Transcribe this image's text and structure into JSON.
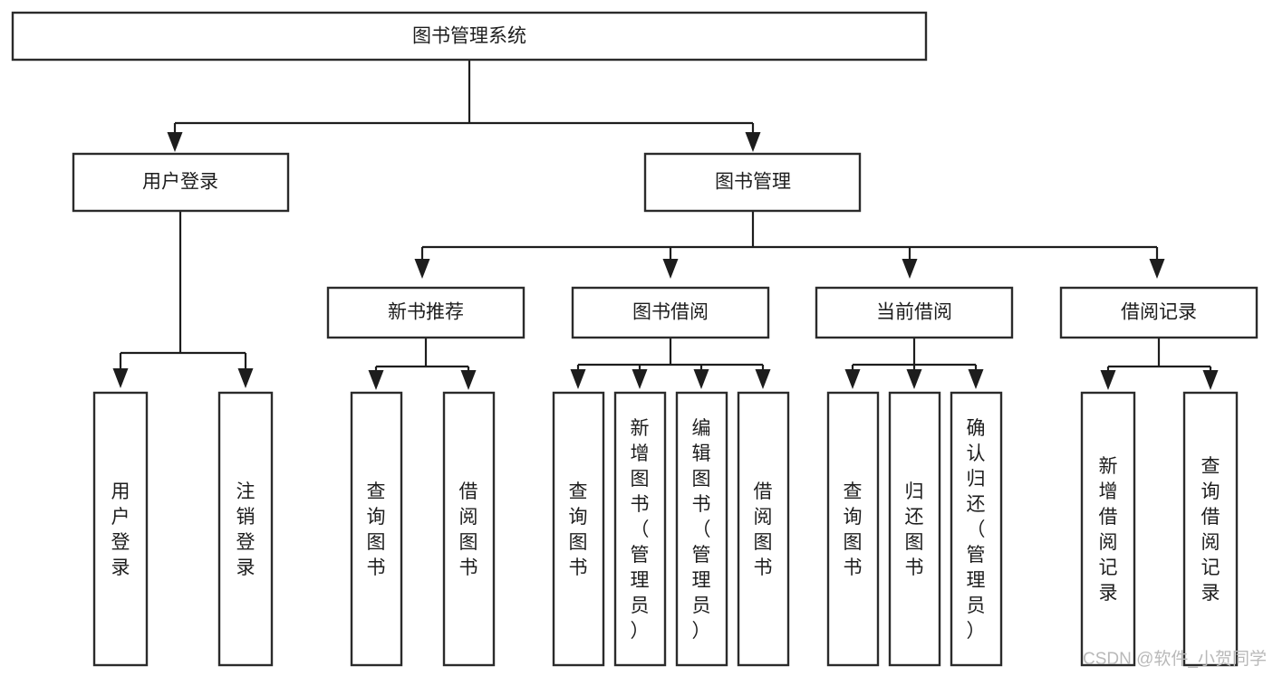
{
  "diagram": {
    "title": "图书管理系统",
    "type": "tree",
    "background_color": "#ffffff",
    "line_color": "#1d1d1d",
    "box_fill": "#ffffff",
    "box_stroke": "#2b2b2b",
    "text_color": "#1d1d1d"
  },
  "nodes": {
    "root": {
      "label": "图书管理系统",
      "level": 0,
      "orientation": "horizontal"
    },
    "l1": [
      {
        "id": "user-login",
        "label": "用户登录",
        "orientation": "horizontal"
      },
      {
        "id": "book-management",
        "label": "图书管理",
        "orientation": "horizontal"
      }
    ],
    "l2": [
      {
        "id": "new-book-recommend",
        "label": "新书推荐",
        "parent": "book-management",
        "orientation": "horizontal"
      },
      {
        "id": "book-borrow",
        "label": "图书借阅",
        "parent": "book-management",
        "orientation": "horizontal"
      },
      {
        "id": "current-borrow",
        "label": "当前借阅",
        "parent": "book-management",
        "orientation": "horizontal"
      },
      {
        "id": "borrow-record",
        "label": "借阅记录",
        "parent": "book-management",
        "orientation": "horizontal"
      }
    ],
    "leaves": [
      {
        "id": "leaf-user-login",
        "label": "用户登录",
        "parent": "user-login",
        "orientation": "vertical"
      },
      {
        "id": "leaf-logout-login",
        "label": "注销登录",
        "parent": "user-login",
        "orientation": "vertical"
      },
      {
        "id": "leaf-query-book-1",
        "label": "查询图书",
        "parent": "new-book-recommend",
        "orientation": "vertical"
      },
      {
        "id": "leaf-borrow-book-1",
        "label": "借阅图书",
        "parent": "new-book-recommend",
        "orientation": "vertical"
      },
      {
        "id": "leaf-query-book-2",
        "label": "查询图书",
        "parent": "book-borrow",
        "orientation": "vertical"
      },
      {
        "id": "leaf-add-book-admin",
        "label": "新增图书（管理员）",
        "parent": "book-borrow",
        "orientation": "vertical"
      },
      {
        "id": "leaf-edit-book-admin",
        "label": "编辑图书（管理员）",
        "parent": "book-borrow",
        "orientation": "vertical"
      },
      {
        "id": "leaf-borrow-book-2",
        "label": "借阅图书",
        "parent": "book-borrow",
        "orientation": "vertical"
      },
      {
        "id": "leaf-query-book-3",
        "label": "查询图书",
        "parent": "current-borrow",
        "orientation": "vertical"
      },
      {
        "id": "leaf-return-book",
        "label": "归还图书",
        "parent": "current-borrow",
        "orientation": "vertical"
      },
      {
        "id": "leaf-confirm-return-admin",
        "label": "确认归还（管理员）",
        "parent": "current-borrow",
        "orientation": "vertical"
      },
      {
        "id": "leaf-add-borrow-record",
        "label": "新增借阅记录",
        "parent": "borrow-record",
        "orientation": "vertical"
      },
      {
        "id": "leaf-query-borrow-record",
        "label": "查询借阅记录",
        "parent": "borrow-record",
        "orientation": "vertical"
      }
    ]
  },
  "watermark": {
    "text": "CSDN @软件_小贺同学"
  }
}
